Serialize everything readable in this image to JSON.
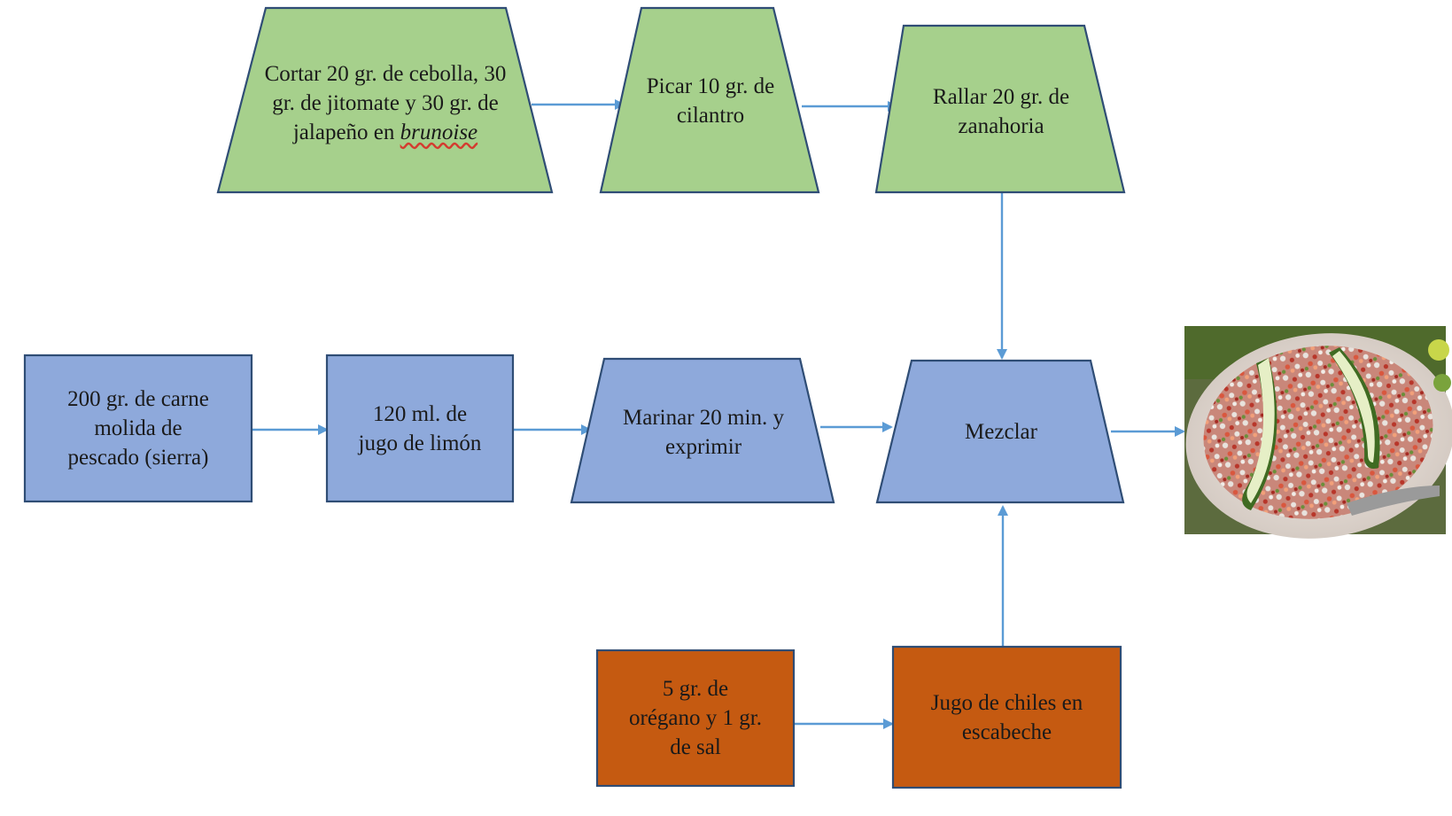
{
  "colors": {
    "green": "#a6d08c",
    "blue": "#8ea9db",
    "orange": "#c55a11",
    "outline": "#2f4d75",
    "arrow": "#5b9bd5"
  },
  "nodes": {
    "cortar": {
      "line1": "Cortar 20 gr. de cebolla, 30",
      "line2": "gr. de jitomate y 30 gr. de",
      "line3_pre": "jalapeño en ",
      "line3_italic": "brunoise"
    },
    "picar": {
      "line1": "Picar 10 gr. de",
      "line2": "cilantro"
    },
    "rallar": {
      "line1": "Rallar 20 gr. de",
      "line2": "zanahoria"
    },
    "carne": {
      "line1": "200 gr. de carne",
      "line2": "molida de",
      "line3": "pescado (sierra)"
    },
    "limon": {
      "line1": "120 ml. de",
      "line2": "jugo de limón"
    },
    "marinar": {
      "line1": "Marinar 20 min. y",
      "line2": "exprimir"
    },
    "mezclar": {
      "line1": "Mezclar"
    },
    "oregano": {
      "line1": "5 gr. de",
      "line2": "orégano y 1 gr.",
      "line3": "de sal"
    },
    "chiles": {
      "line1": "Jugo de chiles en",
      "line2": "escabeche"
    }
  }
}
